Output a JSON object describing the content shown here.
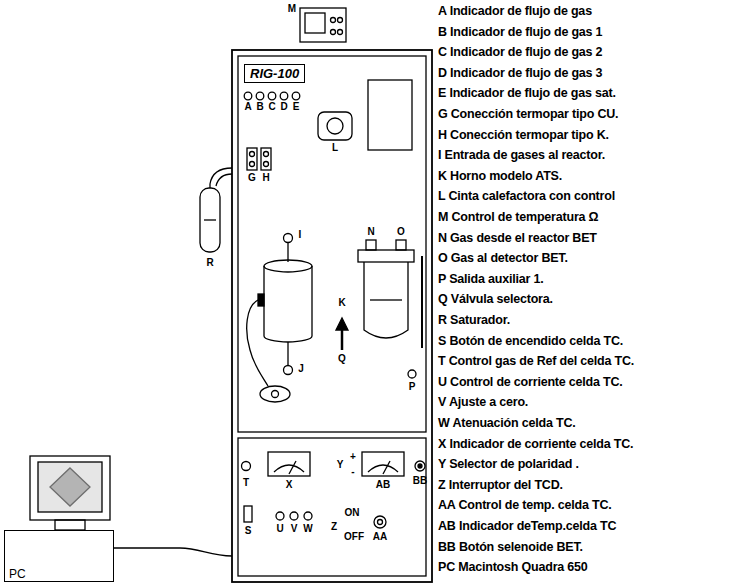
{
  "diagram": {
    "nodes": [
      {
        "text": [
          "RIG-100"
        ]
      },
      {
        "text": [
          "PC"
        ]
      }
    ],
    "labels": [
      "A Indicador de flujo de gas",
      "B Indicador de flujo de gas 1",
      "C Indicador de flujo de gas 2",
      "D Indicador de flujo de gas 3",
      "E Indicador de flujo de gas sat.",
      "G Conección termopar tipo CU.",
      "H Conección termopar tipo K.",
      "I Entrada de gases al reactor.",
      "K Horno modelo ATS.",
      "L Cinta calefactora con control",
      "M Control de temperatura Ω",
      "N Gas desde el reactor BET",
      "O Gas al detector BET.",
      "P Salida auxiliar 1.",
      "Q Válvula selectora.",
      "R Saturador.",
      "S Botón de encendido celda TC.",
      "T Control gas de Ref del celda TC.",
      "U Control de corriente celda TC.",
      "V Ajuste a cero.",
      "W Atenuación celda TC.",
      "X Indicador de corriente celda TC.",
      "Y Selector de polaridad .",
      "Z Interruptor del TCD.",
      "AA Control de temp. celda TC.",
      "AB Indicador deTemp.celda TC",
      "BB Botón selenoide BET.",
      "PC Macintosh Quadra 650",
      "M",
      "A",
      "B",
      "C",
      "D",
      "E",
      "G",
      "H",
      "R",
      "L",
      "I",
      "J",
      "K",
      "N",
      "O",
      "Q",
      "P",
      "T",
      "X",
      "Y",
      "+",
      "-",
      "AB",
      "BB",
      "S",
      "U",
      "V",
      "W",
      "Z",
      "ON",
      "OFF",
      "AA"
    ]
  }
}
